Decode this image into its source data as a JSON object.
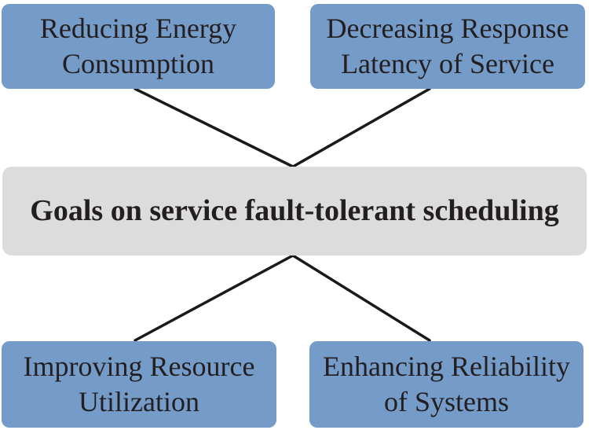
{
  "title": "Goals on service fault-tolerant scheduling diagram",
  "center": {
    "label": "Goals on service fault-tolerant scheduling"
  },
  "nodes": [
    {
      "id": "reducing-energy-consumption",
      "label": "Reducing Energy Consumption",
      "lines": [
        "Reducing Energy",
        "Consumption"
      ]
    },
    {
      "id": "decreasing-response-latency",
      "label": "Decreasing Response Latency of Service",
      "lines": [
        "Decreasing Response",
        "Latency of Service"
      ]
    },
    {
      "id": "improving-resource-utilization",
      "label": "Improving Resource Utilization",
      "lines": [
        "Improving Resource",
        "Utilization"
      ]
    },
    {
      "id": "enhancing-reliability",
      "label": "Enhancing Reliability of Systems",
      "lines": [
        "Enhancing Reliability",
        "of Systems"
      ]
    }
  ],
  "colors": {
    "node_fill": "#759BC8",
    "center_fill": "#DCDCDC",
    "line": "#1A1A1A",
    "text": "#231F20",
    "background": "#FFFFFF"
  }
}
